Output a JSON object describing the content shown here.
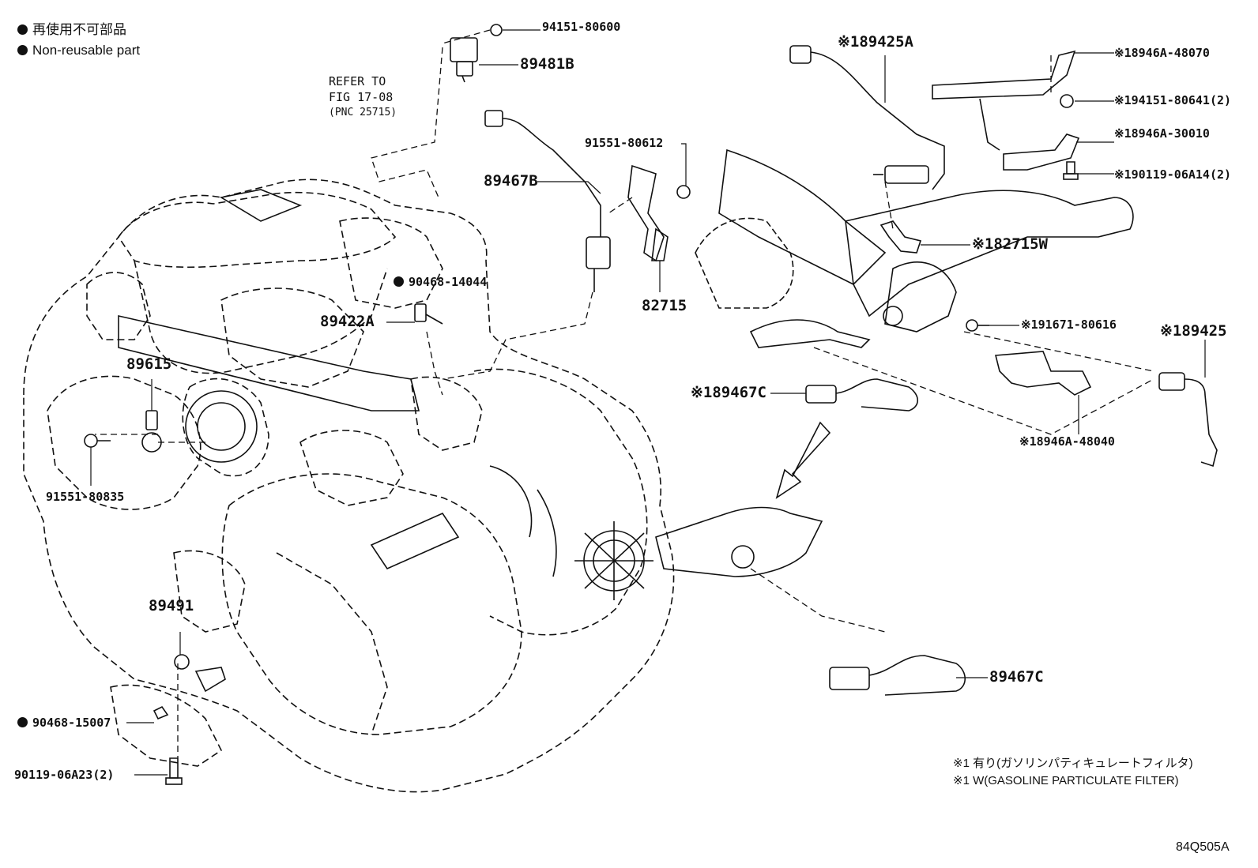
{
  "legend": {
    "line1": "再使用不可部品",
    "line2": "Non-reusable part"
  },
  "refer": {
    "line1": "REFER TO",
    "line2": "FIG 17-08",
    "line3": "(PNC 25715)"
  },
  "parts": {
    "p94151_80600": "94151-80600",
    "p89481B": "89481B",
    "p89467B": "89467B",
    "p91551_80612": "91551-80612",
    "p82715": "82715",
    "p90468_14044": "90468-14044",
    "p89422A": "89422A",
    "p89615": "89615",
    "p91551_80835": "91551-80835",
    "p89491": "89491",
    "p90468_15007": "90468-15007",
    "p90119_06A23": "90119-06A23(2)",
    "p89425A": "※189425A",
    "p8946A_48070": "※18946A-48070",
    "p94151_80641": "※194151-80641(2)",
    "p8946A_30010": "※18946A-30010",
    "p90119_06A14": "※190119-06A14(2)",
    "p82715W": "※182715W",
    "p91671_80616": "※191671-80616",
    "p89425": "※189425",
    "p89467C_upper": "※189467C",
    "p8946A_48040": "※18946A-48040",
    "p89467C_lower": "89467C"
  },
  "footnotes": {
    "jp": "※1 有り(ガソリンパティキュレートフィルタ)",
    "en": "※1 W(GASOLINE PARTICULATE FILTER)"
  },
  "figure_code": "84Q505A"
}
